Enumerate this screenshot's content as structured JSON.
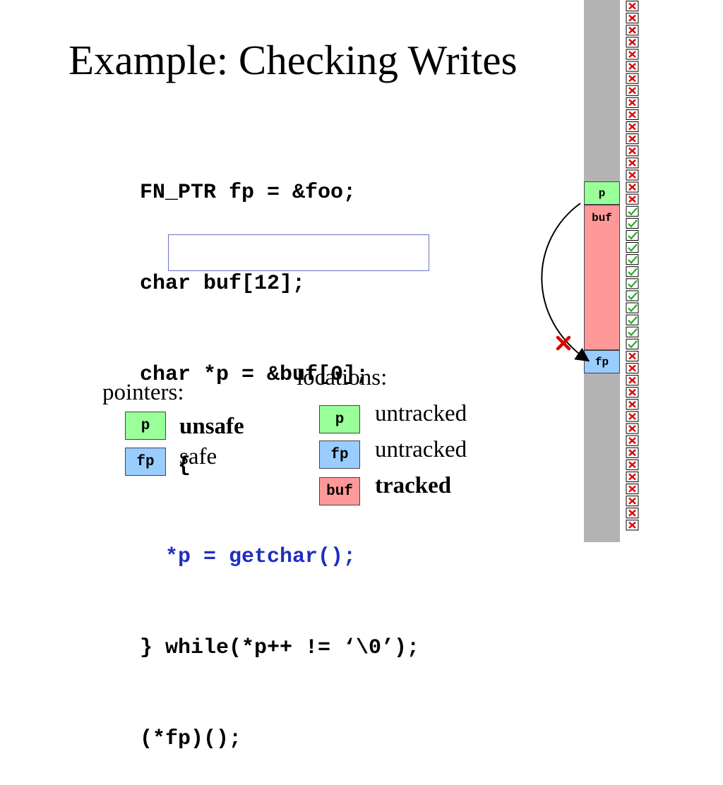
{
  "slide": {
    "title": "Example: Checking Writes"
  },
  "code": {
    "lines": [
      "FN_PTR fp = &foo;",
      "char buf[12];",
      "char *p = &buf[0];",
      "do {",
      "  *p = getchar();",
      "} while(*p++ != ‘\\0’);",
      "(*fp)();"
    ],
    "highlight_index": 4,
    "highlight_color": "#1f2fbf"
  },
  "pointers": {
    "heading": "pointers:",
    "items": [
      {
        "name": "p",
        "status": "unsafe",
        "bold": true,
        "color": "#99ff99"
      },
      {
        "name": "fp",
        "status": "safe",
        "bold": false,
        "color": "#99ccff"
      }
    ]
  },
  "locations": {
    "heading": "locations:",
    "items": [
      {
        "name": "p",
        "status": "untracked",
        "bold": false,
        "color": "#99ff99"
      },
      {
        "name": "fp",
        "status": "untracked",
        "bold": false,
        "color": "#99ccff"
      },
      {
        "name": "buf",
        "status": "tracked",
        "bold": true,
        "color": "#ff9999"
      }
    ]
  },
  "memory": {
    "cells": [
      {
        "label": "p",
        "color": "#99ff99"
      },
      {
        "label": "buf",
        "color": "#ff9999"
      },
      {
        "label": "fp",
        "color": "#99ccff"
      }
    ],
    "bar_color": "#b3b3b3",
    "valid_icon": "check-icon",
    "invalid_icon": "cross-icon",
    "check_color": "#22aa22",
    "cross_color": "#dd0000"
  }
}
